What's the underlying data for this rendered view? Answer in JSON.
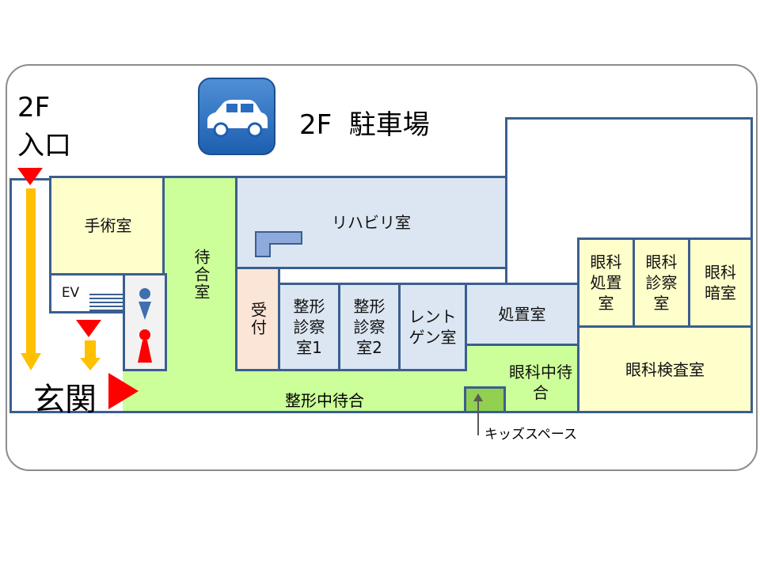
{
  "header": {
    "floor": "2F",
    "entrance_label": "入口",
    "parking_label": "2F  駐車場",
    "car_icon": "car-icon"
  },
  "rooms": {
    "surgery": "手術室",
    "waiting": "待合室",
    "rehab": "リハビリ室",
    "reception": "受付",
    "ortho_exam1": "整形診察室1",
    "ortho_exam2": "整形診察室2",
    "xray": "レントゲン室",
    "treatment": "処置室",
    "eye_treatment": "眼科処置室",
    "eye_exam": "眼科診察室",
    "eye_dark": "眼科暗室",
    "eye_test": "眼科検査室",
    "ortho_waiting": "整形中待合",
    "eye_waiting": "眼科中待合",
    "elevator": "EV",
    "main_entrance": "玄関",
    "kids_space": "キッズスペース"
  },
  "colors": {
    "wall": "#3a5f8f",
    "green": "#ccff99",
    "yellow": "#ffffcc",
    "blue": "#dce6f2",
    "peach": "#fbe5d6",
    "kids": "#92d050",
    "arrow": "#ffc000",
    "red": "#ff0000"
  }
}
